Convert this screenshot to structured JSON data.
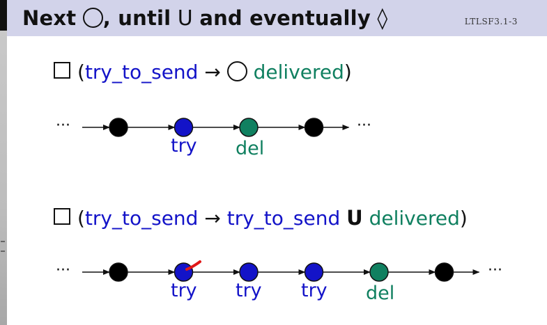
{
  "header": {
    "title_next": "Next",
    "title_until_word": ", until",
    "title_until_sym": "U",
    "title_eventually_word": "and eventually",
    "title_eventually_sym": "◊",
    "slide_id": "LTLSF3.1-3",
    "background_color": "#d2d3ea"
  },
  "formula1": {
    "paren_open": "(",
    "trigger": "try_to_send",
    "implies": "→",
    "goal": "delivered",
    "paren_close": ")"
  },
  "formula2": {
    "paren_open": "(",
    "trigger": "try_to_send",
    "implies": "→",
    "hold": "try_to_send",
    "until_sym": "U",
    "goal": "delivered",
    "paren_close": ")"
  },
  "diagram1": {
    "ellipsis_left": "···",
    "ellipsis_right": "···",
    "states": [
      {
        "kind": "plain",
        "label": ""
      },
      {
        "kind": "try",
        "label": "try"
      },
      {
        "kind": "del",
        "label": "del"
      },
      {
        "kind": "plain",
        "label": ""
      }
    ]
  },
  "diagram2": {
    "ellipsis_left": "···",
    "ellipsis_right": "···",
    "states": [
      {
        "kind": "plain",
        "label": ""
      },
      {
        "kind": "try",
        "label": "try"
      },
      {
        "kind": "try",
        "label": "try"
      },
      {
        "kind": "try",
        "label": "try"
      },
      {
        "kind": "del",
        "label": "del"
      },
      {
        "kind": "plain",
        "label": ""
      }
    ]
  },
  "colors": {
    "try": "#1313c8",
    "del": "#108060",
    "plain": "#000000",
    "annotation_stroke": "#e01818"
  }
}
